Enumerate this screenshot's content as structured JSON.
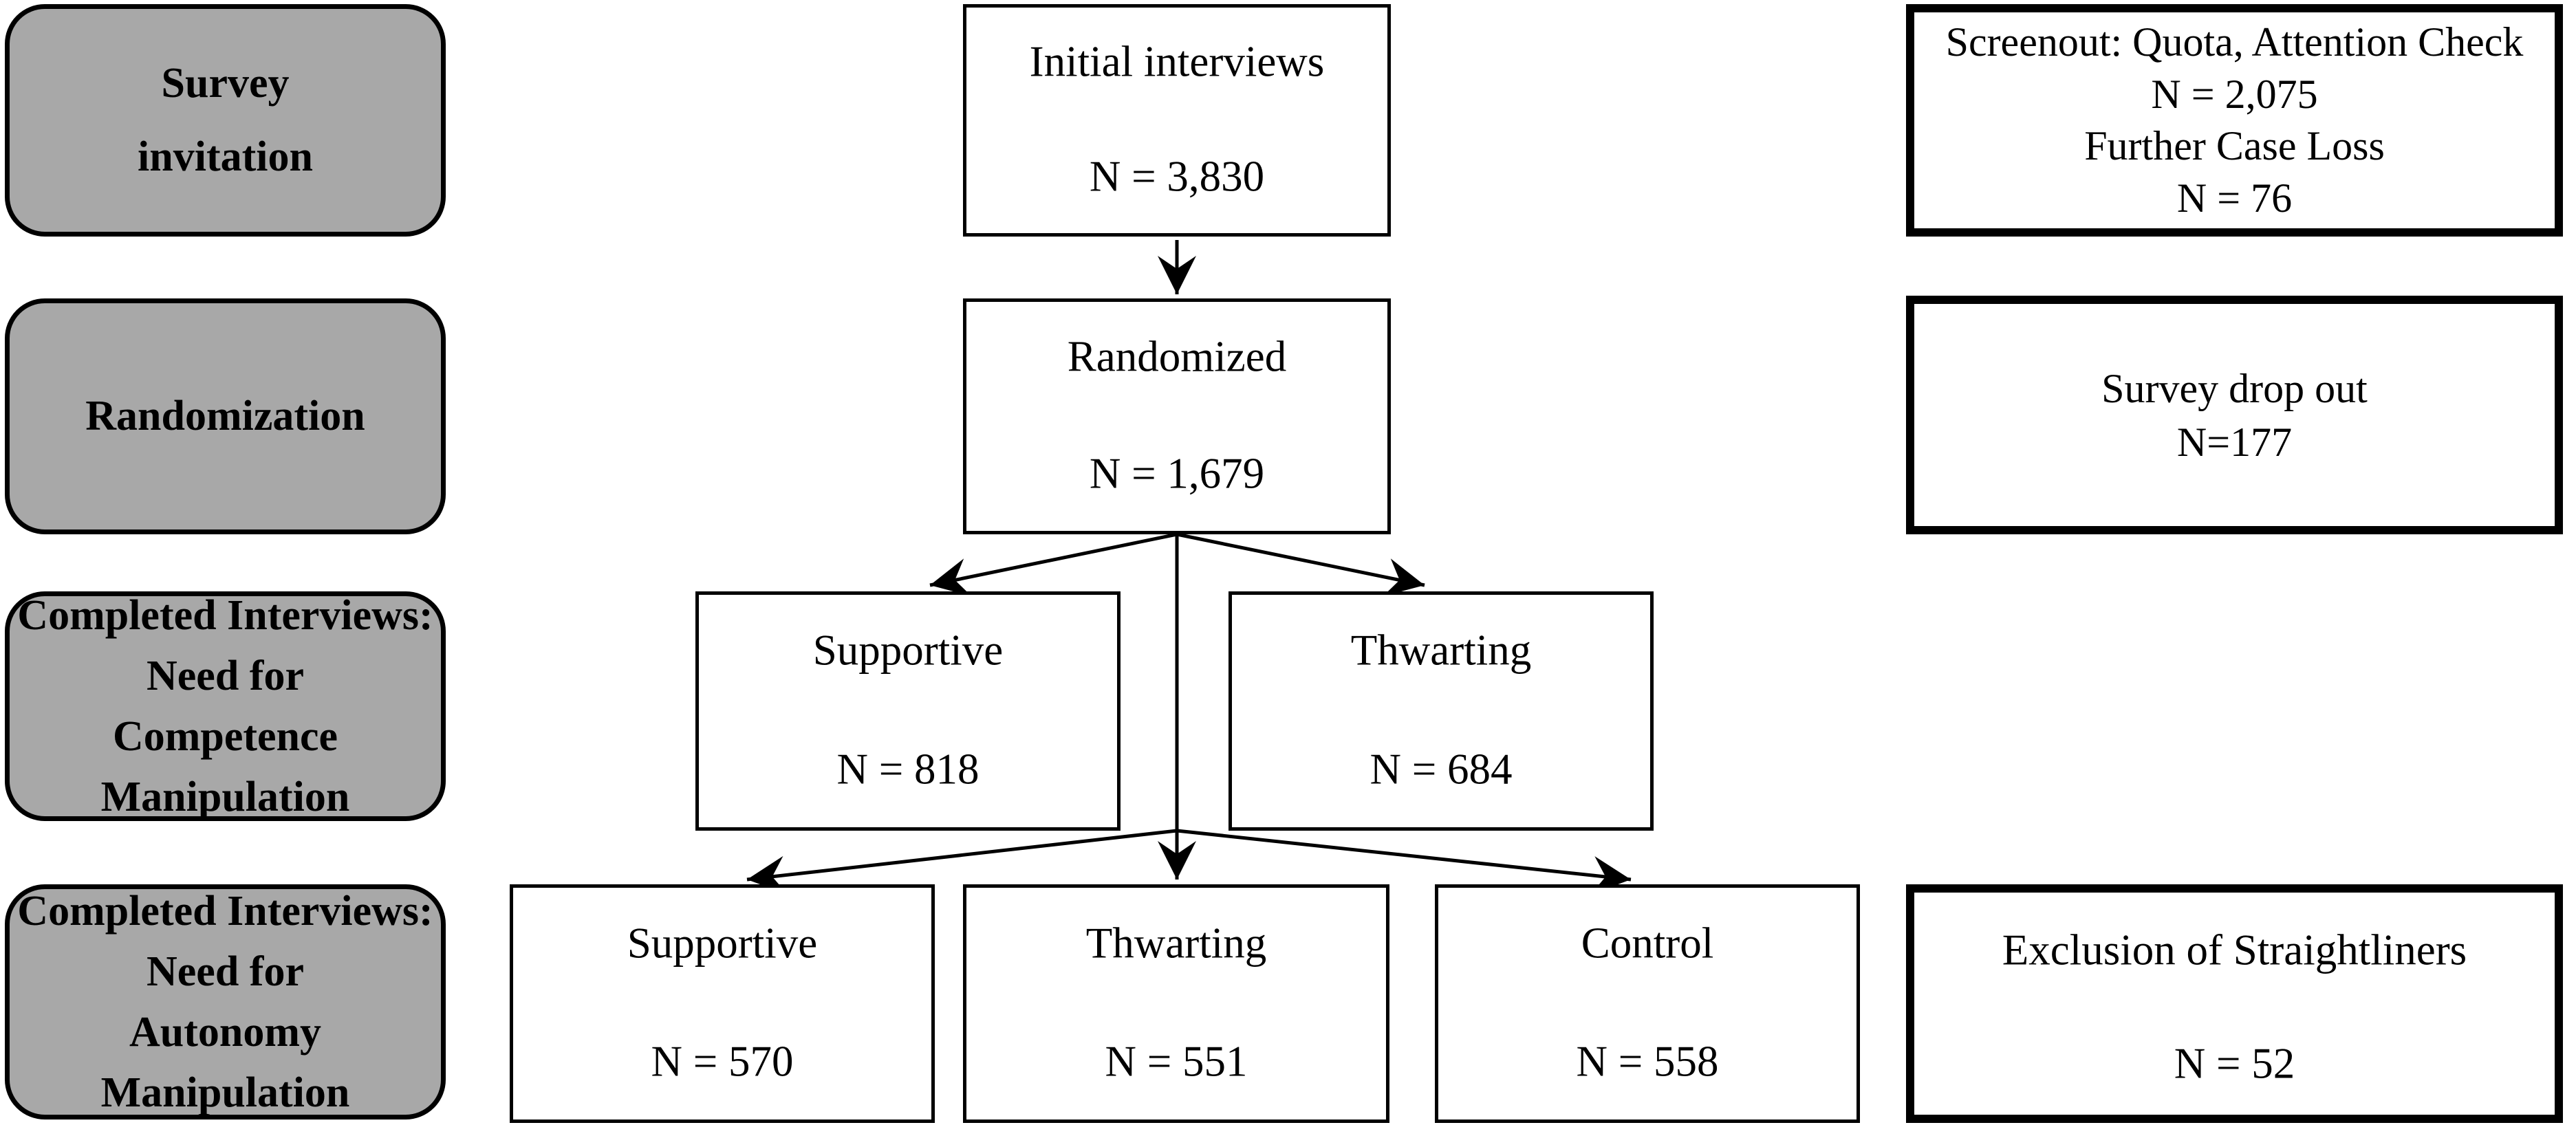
{
  "left_column": [
    {
      "id": "survey-invitation",
      "lines": [
        "Survey",
        "invitation"
      ]
    },
    {
      "id": "randomization",
      "lines": [
        "Randomization"
      ]
    },
    {
      "id": "competence-manipulation",
      "lines": [
        "Completed Interviews:",
        "Need for",
        "Competence",
        "Manipulation"
      ]
    },
    {
      "id": "autonomy-manipulation",
      "lines": [
        "Completed Interviews:",
        "Need for",
        "Autonomy",
        "Manipulation"
      ]
    }
  ],
  "flow": {
    "initial": {
      "title": "Initial interviews",
      "n": "N = 3,830"
    },
    "randomized": {
      "title": "Randomized",
      "n": "N = 1,679"
    },
    "supportive_competence": {
      "title": "Supportive",
      "n": "N = 818"
    },
    "thwarting_competence": {
      "title": "Thwarting",
      "n": "N = 684"
    },
    "supportive_autonomy": {
      "title": "Supportive",
      "n": "N = 570"
    },
    "thwarting_autonomy": {
      "title": "Thwarting",
      "n": "N = 551"
    },
    "control_autonomy": {
      "title": "Control",
      "n": "N = 558"
    }
  },
  "exclusions": {
    "screenout": {
      "lines": [
        "Screenout: Quota, Attention Check",
        "N = 2,075",
        "Further Case Loss",
        "N = 76"
      ]
    },
    "dropout": {
      "lines": [
        "Survey drop out",
        "N=177"
      ]
    },
    "straightliners": {
      "title": "Exclusion of Straightliners",
      "n": "N = 52"
    }
  },
  "colors": {
    "stage_fill": "#a8a8a8",
    "line": "#000000",
    "background": "#ffffff"
  }
}
